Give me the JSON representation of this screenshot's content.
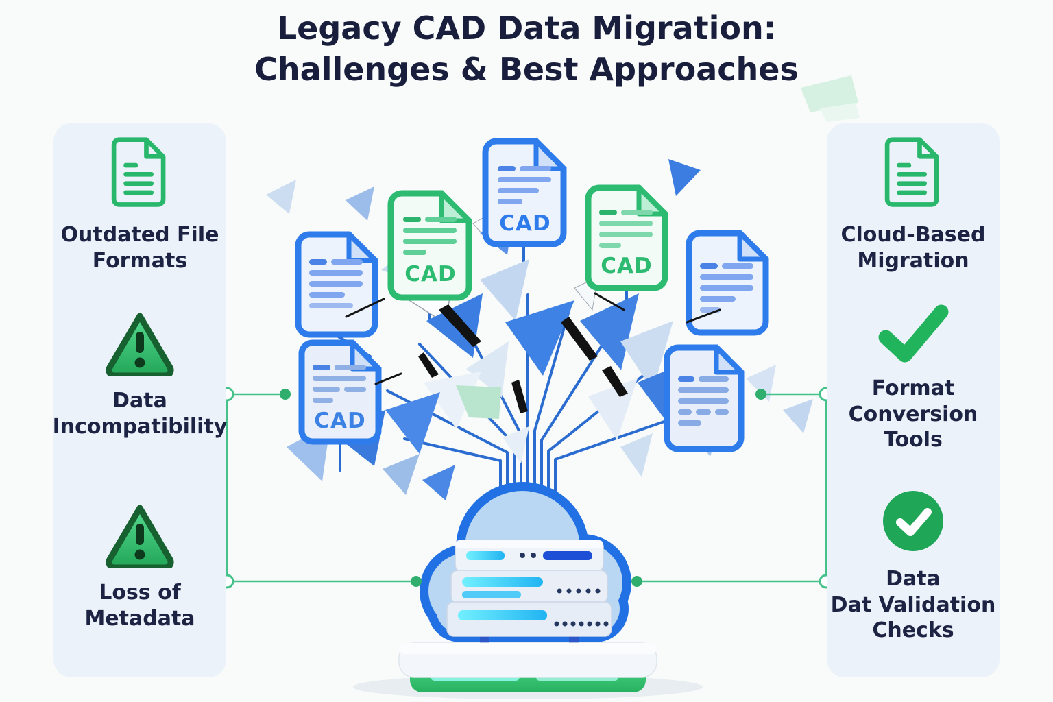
{
  "title": {
    "line1": "Legacy CAD Data Migration:",
    "line2": "Challenges & Best Approaches"
  },
  "left_panel": {
    "items": [
      {
        "icon": "document-icon",
        "label": "Outdated File\nFormats"
      },
      {
        "icon": "warning-triangle-icon",
        "label": "Data\nIncompatibility"
      },
      {
        "icon": "warning-triangle-icon",
        "label": "Loss of\nMetadata"
      }
    ]
  },
  "right_panel": {
    "items": [
      {
        "icon": "document-icon",
        "label": "Cloud-Based\nMigration"
      },
      {
        "icon": "checkmark-icon",
        "label": "Format\nConversion\nTools"
      },
      {
        "icon": "check-circle-icon",
        "label": "Data\nDat Validation\nChecks"
      }
    ]
  },
  "center": {
    "cad_label": "CAD"
  },
  "colors": {
    "accent_green": "#2ab56a",
    "accent_blue": "#2b74e3",
    "title_navy": "#191e3c",
    "connector_green": "#45c289",
    "panel_bg": "#ecf2f9"
  }
}
